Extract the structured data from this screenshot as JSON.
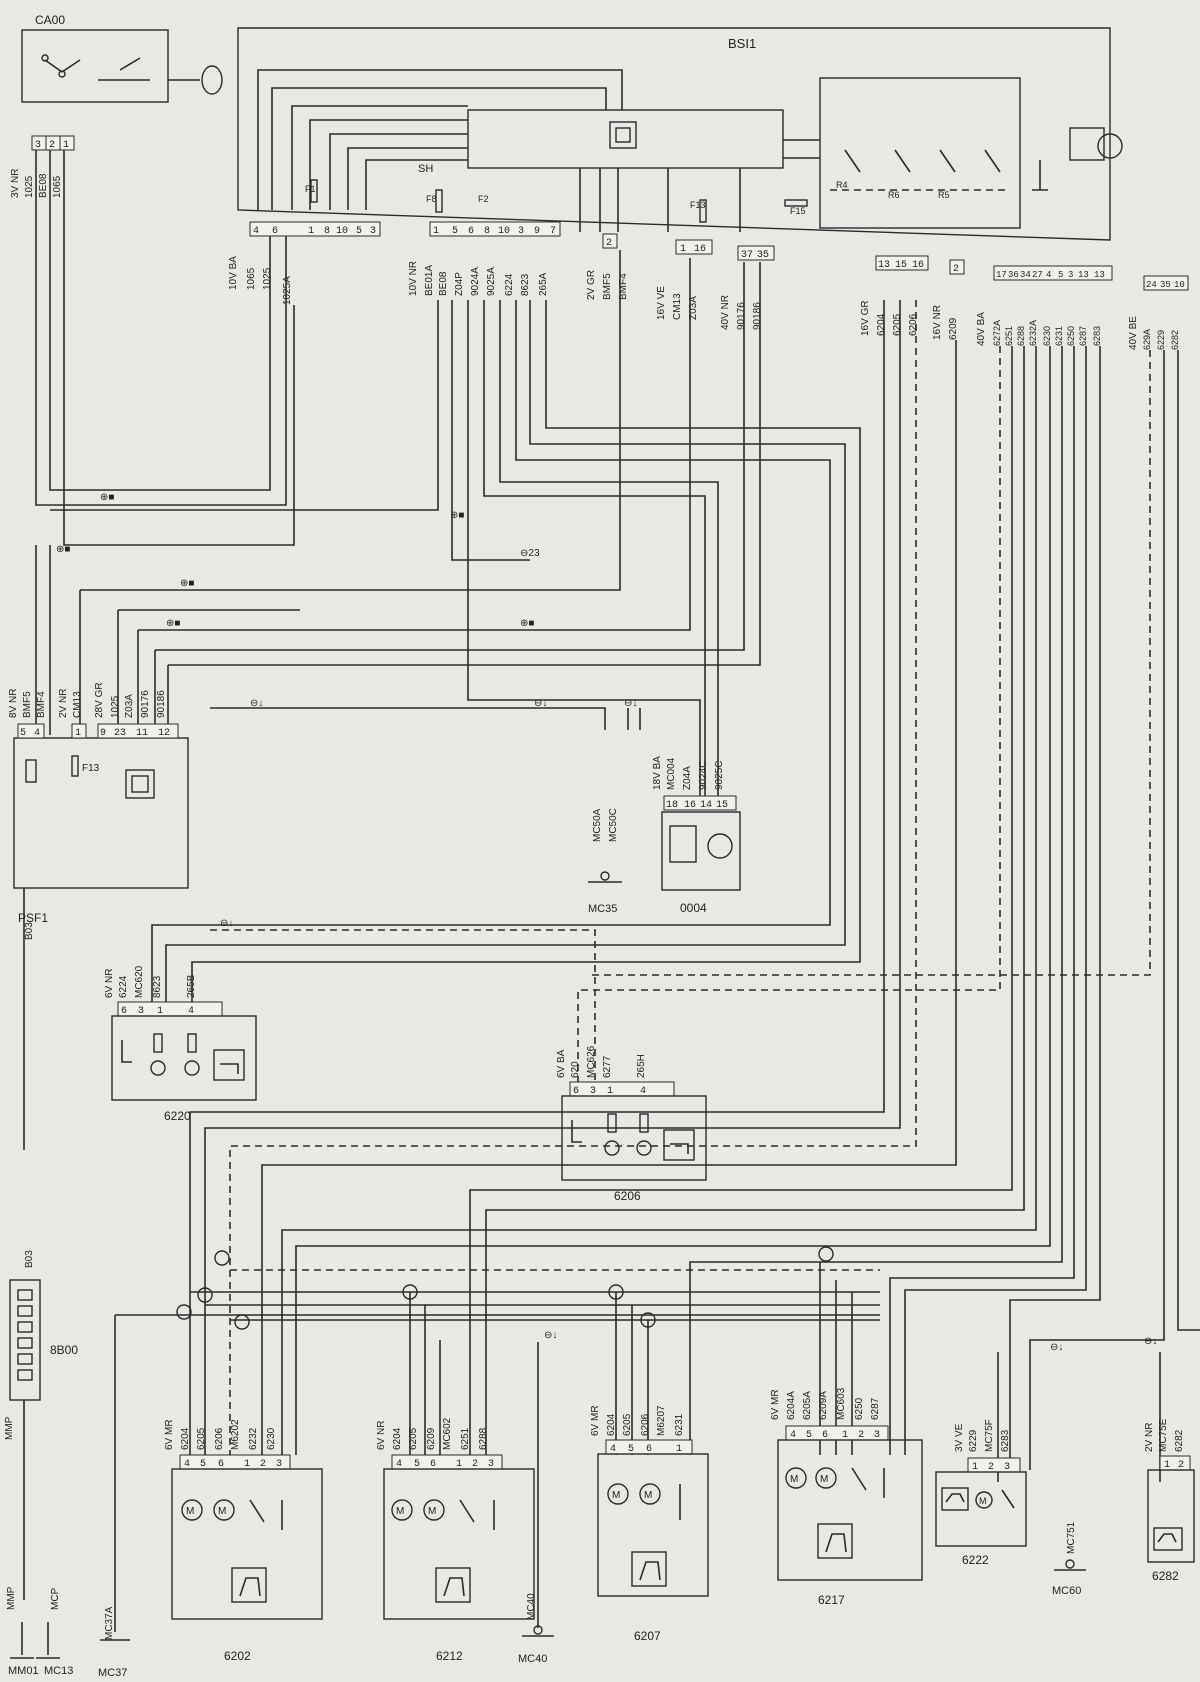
{
  "modules": {
    "ca00": "CA00",
    "bsi1": "BSI1",
    "psf1": "PSF1",
    "m0004": "0004",
    "m6220": "6220",
    "m6206": "6206",
    "m8b00": "8B00",
    "m6202": "6202",
    "m6212": "6212",
    "m6207": "6207",
    "m6217": "6217",
    "m6222": "6222",
    "m6282": "6282"
  },
  "grounds": {
    "mm01": "MM01",
    "mc13": "MC13",
    "mc37": "MC37",
    "mc40": "MC40",
    "mc35": "MC35",
    "mc60": "MC60"
  },
  "bsi_labels": {
    "sh": "SH",
    "f1": "F1",
    "f8": "F8",
    "f2": "F2",
    "f13": "F13",
    "f15": "F15",
    "r4": "R4",
    "r6": "R6",
    "r5": "R5"
  },
  "connectors": {
    "ca00": {
      "spec": "3V NR",
      "pins": [
        "3",
        "2",
        "1"
      ],
      "wires": [
        "1025",
        "BE08",
        "1065"
      ]
    },
    "bsi_a": {
      "spec": "10V BA",
      "pins": [
        "4",
        "6",
        "1",
        "8",
        "10",
        "5",
        "3"
      ],
      "wires": [
        "1065",
        "1025",
        "1025A"
      ]
    },
    "bsi_b": {
      "spec": "10V NR",
      "pins": [
        "1",
        "5",
        "6",
        "8",
        "10",
        "3",
        "9",
        "7"
      ],
      "wires": [
        "BE01A",
        "BE08",
        "Z04P",
        "9024A",
        "9025A",
        "6224",
        "8623",
        "265A"
      ]
    },
    "bsi_c": {
      "spec": "2V GR",
      "pins": [
        "2"
      ],
      "wires": [
        "BMF5",
        "BMF4"
      ]
    },
    "bsi_d": {
      "spec": "16V VE",
      "pins": [
        "1",
        "16"
      ],
      "wires": [
        "CM13",
        "Z03A"
      ]
    },
    "bsi_e": {
      "spec": "40V NR",
      "pins": [
        "37",
        "35"
      ],
      "wires": [
        "90176",
        "90186"
      ]
    },
    "bsi_f": {
      "spec": "16V GR",
      "pins": [
        "13",
        "15",
        "16"
      ],
      "wires": [
        "6204",
        "6205",
        "6206"
      ]
    },
    "bsi_g": {
      "spec": "16V NR",
      "pins": [
        "2"
      ],
      "wires": [
        "6209"
      ]
    },
    "bsi_h": {
      "spec": "40V BA",
      "pins": [
        "17",
        "36",
        "34",
        "27",
        "4",
        "5",
        "3",
        "13",
        "13"
      ],
      "wires": [
        "6272A",
        "6251",
        "6288",
        "6232A",
        "6230",
        "6231",
        "6250",
        "6287",
        "6283"
      ]
    },
    "bsi_i": {
      "spec": "40V BE",
      "pins": [
        "24",
        "35",
        "10"
      ],
      "wires": [
        "629A",
        "6229",
        "6282"
      ]
    },
    "psf1_a": {
      "spec": "8V NR",
      "pins": [
        "5",
        "4"
      ],
      "wires": [
        "BMF5",
        "BMF4"
      ]
    },
    "psf1_b": {
      "spec": "2V NR",
      "pins": [
        "1"
      ],
      "wires": [
        "CM13"
      ]
    },
    "psf1_c": {
      "spec": "28V GR",
      "pins": [
        "9",
        "23",
        "11",
        "12"
      ],
      "wires": [
        "1025",
        "Z03A",
        "90176",
        "90186"
      ]
    },
    "psf1_fuse": "F13",
    "mc35": {
      "wires": [
        "MC50A",
        "MC50C"
      ]
    },
    "m0004": {
      "spec": "18V BA",
      "pins": [
        "18",
        "16",
        "14",
        "15"
      ],
      "wires": [
        "MC004",
        "Z04A",
        "9024C",
        "9025C"
      ]
    },
    "m6220": {
      "spec": "6V NR",
      "pins": [
        "6",
        "3",
        "1",
        "4"
      ],
      "wires": [
        "6224",
        "MC620",
        "8623",
        "265B"
      ]
    },
    "m6206": {
      "spec": "6V BA",
      "pins": [
        "6",
        "3",
        "1",
        "4"
      ],
      "wires": [
        "620",
        "MC626",
        "6277",
        "265H"
      ]
    },
    "m8b00": {
      "wires": [
        "B03",
        "B03"
      ],
      "mmp": "MMP"
    },
    "m6202": {
      "spec": "6V MR",
      "pins": [
        "4",
        "5",
        "6",
        "1",
        "2",
        "3"
      ],
      "wires": [
        "6204",
        "6205",
        "6206",
        "M6202",
        "6232",
        "6230"
      ]
    },
    "m6212": {
      "spec": "6V NR",
      "pins": [
        "4",
        "5",
        "6",
        "1",
        "2",
        "3"
      ],
      "wires": [
        "6204",
        "6205",
        "6209",
        "MC602",
        "6251",
        "6288"
      ]
    },
    "m6207": {
      "spec": "6V MR",
      "pins": [
        "4",
        "5",
        "6",
        "1"
      ],
      "wires": [
        "6204",
        "6205",
        "6206",
        "M6207",
        "6231"
      ]
    },
    "m6217": {
      "spec": "6V MR",
      "pins": [
        "4",
        "5",
        "6",
        "1",
        "2",
        "3"
      ],
      "wires": [
        "6204A",
        "6205A",
        "6209A",
        "MC603",
        "6250",
        "6287"
      ]
    },
    "m6222": {
      "spec": "3V VE",
      "pins": [
        "1",
        "2",
        "3"
      ],
      "wires": [
        "6229",
        "MC75F",
        "6283"
      ]
    },
    "m6282": {
      "spec": "2V NR",
      "pins": [
        "1",
        "2"
      ],
      "wires": [
        "MC75E",
        "6282"
      ]
    },
    "mm01": {
      "wires": [
        "MMP",
        "MCP"
      ]
    },
    "mc37": "MC37A",
    "mc40": "MC40",
    "mc60": "MC751"
  },
  "net_markers": [
    "⊕■",
    "⊕■",
    "⊕■",
    "⊕■",
    "⊕■",
    "⊖23",
    "⊕■",
    "⊖↓",
    "⊖↓",
    "⊖↓",
    "⊖↓",
    "⊖↓",
    "⊖↓",
    "⊖↓"
  ]
}
